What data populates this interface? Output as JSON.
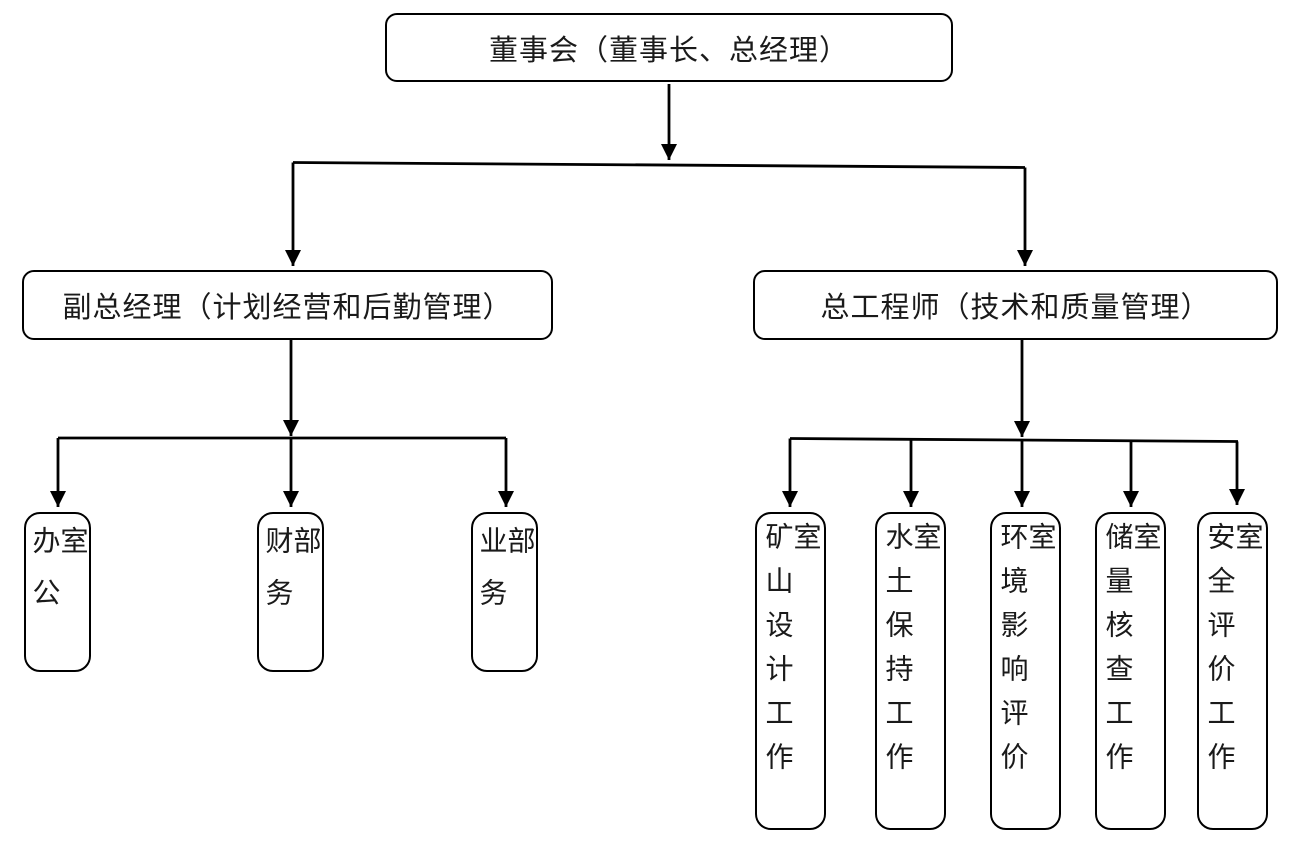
{
  "diagram": {
    "type": "org-chart",
    "root": {
      "label": "董事会（董事长、总经理）"
    },
    "branches": [
      {
        "label": "副总经理（计划经营和后勤管理）",
        "children": [
          "办公室",
          "财务部",
          "业务部"
        ]
      },
      {
        "label": "总工程师（技术和质量管理）",
        "children": [
          "矿山设计工作室",
          "水土保持工作室",
          "环境影响评价室",
          "储量核查工作室",
          "安全评价工作室"
        ]
      }
    ],
    "colors": {
      "background": "#ffffff",
      "box_border": "#000000",
      "connector_line": "#000000",
      "text": "#1a1a1a"
    }
  }
}
